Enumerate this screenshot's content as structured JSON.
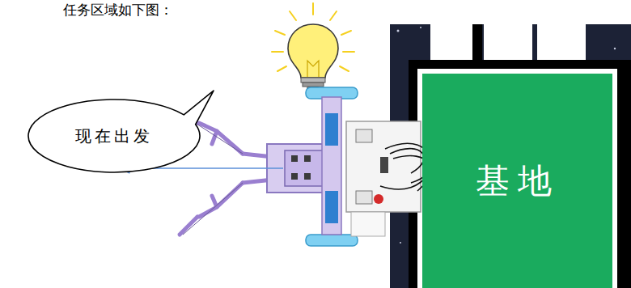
{
  "diagram": {
    "nodes": [
      {
        "text": [
          "现在出发"
        ]
      },
      {
        "text": [
          "基地"
        ]
      }
    ],
    "labels": [
      "任务区域如下图："
    ]
  }
}
